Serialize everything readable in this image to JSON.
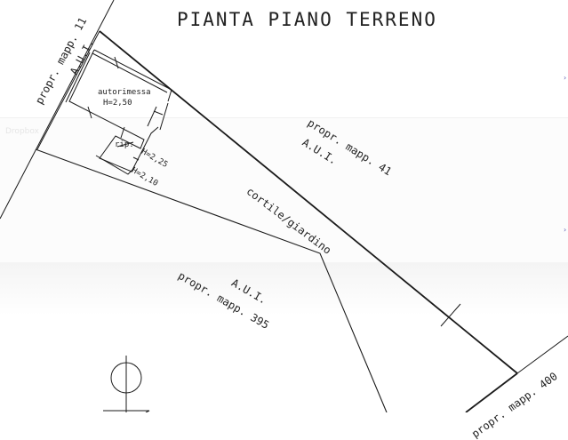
{
  "drawing": {
    "title": "PIANTA PIANO TERRENO",
    "overlay_text": "Dropbox",
    "edge_markers": [
      "›",
      "›"
    ],
    "rooms": [
      {
        "name": "autorimessa",
        "height": "H=2,50"
      },
      {
        "name": "rip.",
        "height": "H=2,25"
      },
      {
        "name": "",
        "height": "H=2,10"
      }
    ],
    "areas": {
      "courtyard": "cortile/giardino"
    },
    "neighbors": [
      {
        "owner": "propr. mapp. 11",
        "type": "A.U.I."
      },
      {
        "owner": "propr. mapp. 41",
        "type": "A.U.I."
      },
      {
        "owner": "propr. mapp. 395",
        "type": "A.U.I."
      },
      {
        "owner": "propr. mapp. 400",
        "type": ""
      }
    ],
    "colors": {
      "line": "#1a1a1a",
      "background": "#ffffff",
      "marker": "#5a5ab0"
    }
  }
}
